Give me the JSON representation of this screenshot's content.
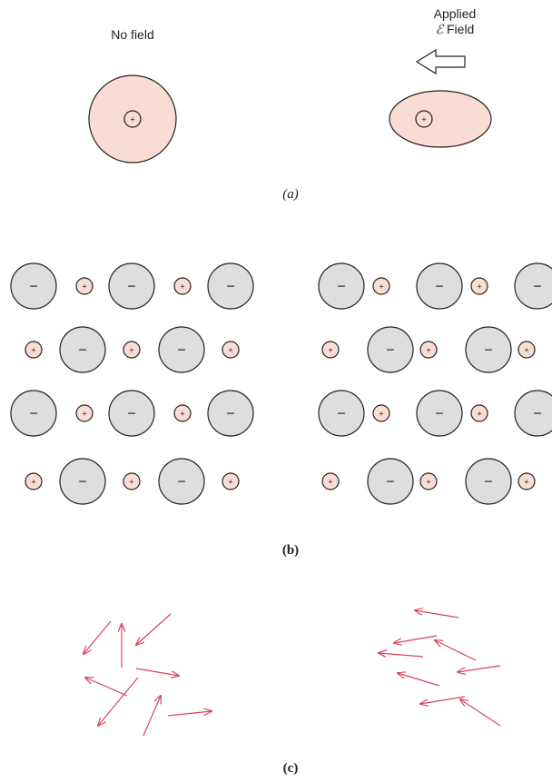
{
  "panel_a": {
    "no_field_label": "No field",
    "applied_label_line1": "Applied",
    "applied_label_symbol": "ℰ",
    "applied_label_line2": "Field",
    "nucleus_sign": "+",
    "caption": "(a)"
  },
  "panel_b": {
    "anion_sign": "−",
    "cation_sign": "+",
    "caption": "(b)"
  },
  "panel_c": {
    "caption": "(c)"
  },
  "colors": {
    "cloud": "#f9dcd3",
    "anion": "#dedede",
    "dipole_arrow": "#d9455c",
    "outline": "#222222"
  }
}
